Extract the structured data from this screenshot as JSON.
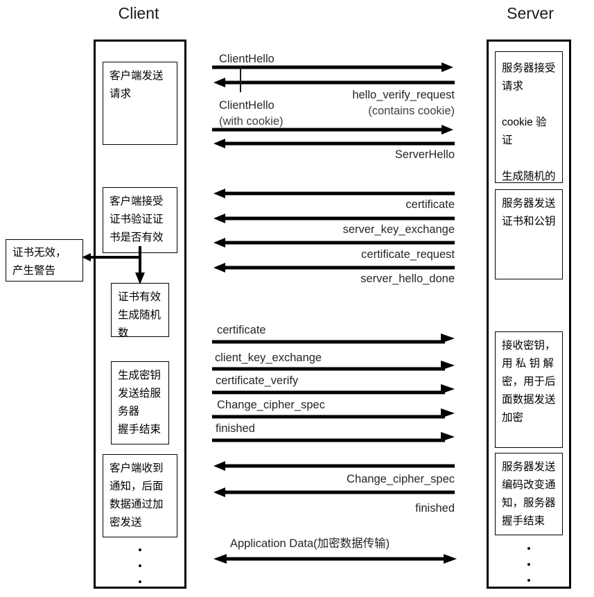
{
  "diagram": {
    "title_client": "Client",
    "title_server": "Server"
  },
  "client": {
    "steps": [
      {
        "name": "client-send-request",
        "text": "客户端发送\n请求"
      },
      {
        "name": "client-verify-cert",
        "text": "客户端接受\n证书验证证\n书是否有效"
      },
      {
        "name": "client-cert-valid",
        "text": "证书有效\n生成随机\n数"
      },
      {
        "name": "client-make-key",
        "text": "生成密钥\n发送给服\n务器\n握手结束"
      },
      {
        "name": "client-received-notice",
        "text": "客户端收到\n通知，后面\n数据通过加\n密发送"
      }
    ],
    "dots": "•"
  },
  "alert": {
    "name": "cert-invalid-alert",
    "text": "证书无效，\n产生警告"
  },
  "server": {
    "steps": [
      {
        "name": "server-accept-request",
        "text": "服务器接受\n请求\n\ncookie 验证\n\n生成随机的\nsession ID"
      },
      {
        "name": "server-send-cert",
        "text": "服务器发送\n证书和公钥"
      },
      {
        "name": "server-decrypt-key",
        "text": "接收密钥，\n用 私 钥 解\n密，用于后\n面数据发送\n加密"
      },
      {
        "name": "server-change-cipher",
        "text": "服务器发送\n编码改变通\n知，服务器\n握手结束"
      }
    ],
    "dots": "•"
  },
  "messages": [
    {
      "id": "m1",
      "label": "ClientHello",
      "sub": "",
      "dir": "right",
      "align": "left"
    },
    {
      "id": "m2",
      "label": "hello_verify_request",
      "sub": "(contains cookie)",
      "dir": "left",
      "align": "right"
    },
    {
      "id": "m3",
      "label": "ClientHello",
      "sub": "(with cookie)",
      "dir": "right",
      "align": "left"
    },
    {
      "id": "m4",
      "label": "ServerHello",
      "sub": "",
      "dir": "left",
      "align": "right"
    },
    {
      "id": "m5",
      "label": "certificate",
      "sub": "",
      "dir": "left",
      "align": "right"
    },
    {
      "id": "m6",
      "label": "server_key_exchange",
      "sub": "",
      "dir": "left",
      "align": "right"
    },
    {
      "id": "m7",
      "label": "certificate_request",
      "sub": "",
      "dir": "left",
      "align": "right"
    },
    {
      "id": "m8",
      "label": "server_hello_done",
      "sub": "",
      "dir": "left",
      "align": "right"
    },
    {
      "id": "m9",
      "label": "certificate",
      "sub": "",
      "dir": "right",
      "align": "left"
    },
    {
      "id": "m10",
      "label": "client_key_exchange",
      "sub": "",
      "dir": "right",
      "align": "left"
    },
    {
      "id": "m11",
      "label": "certificate_verify",
      "sub": "",
      "dir": "right",
      "align": "left"
    },
    {
      "id": "m12",
      "label": "Change_cipher_spec",
      "sub": "",
      "dir": "right",
      "align": "left"
    },
    {
      "id": "m13",
      "label": "finished",
      "sub": "",
      "dir": "right",
      "align": "left"
    },
    {
      "id": "m14",
      "label": "Change_cipher_spec",
      "sub": "",
      "dir": "left",
      "align": "right"
    },
    {
      "id": "m15",
      "label": "finished",
      "sub": "",
      "dir": "left",
      "align": "right"
    },
    {
      "id": "m16",
      "label": "Application Data(加密数据传输)",
      "sub": "",
      "dir": "both",
      "align": "left"
    }
  ]
}
